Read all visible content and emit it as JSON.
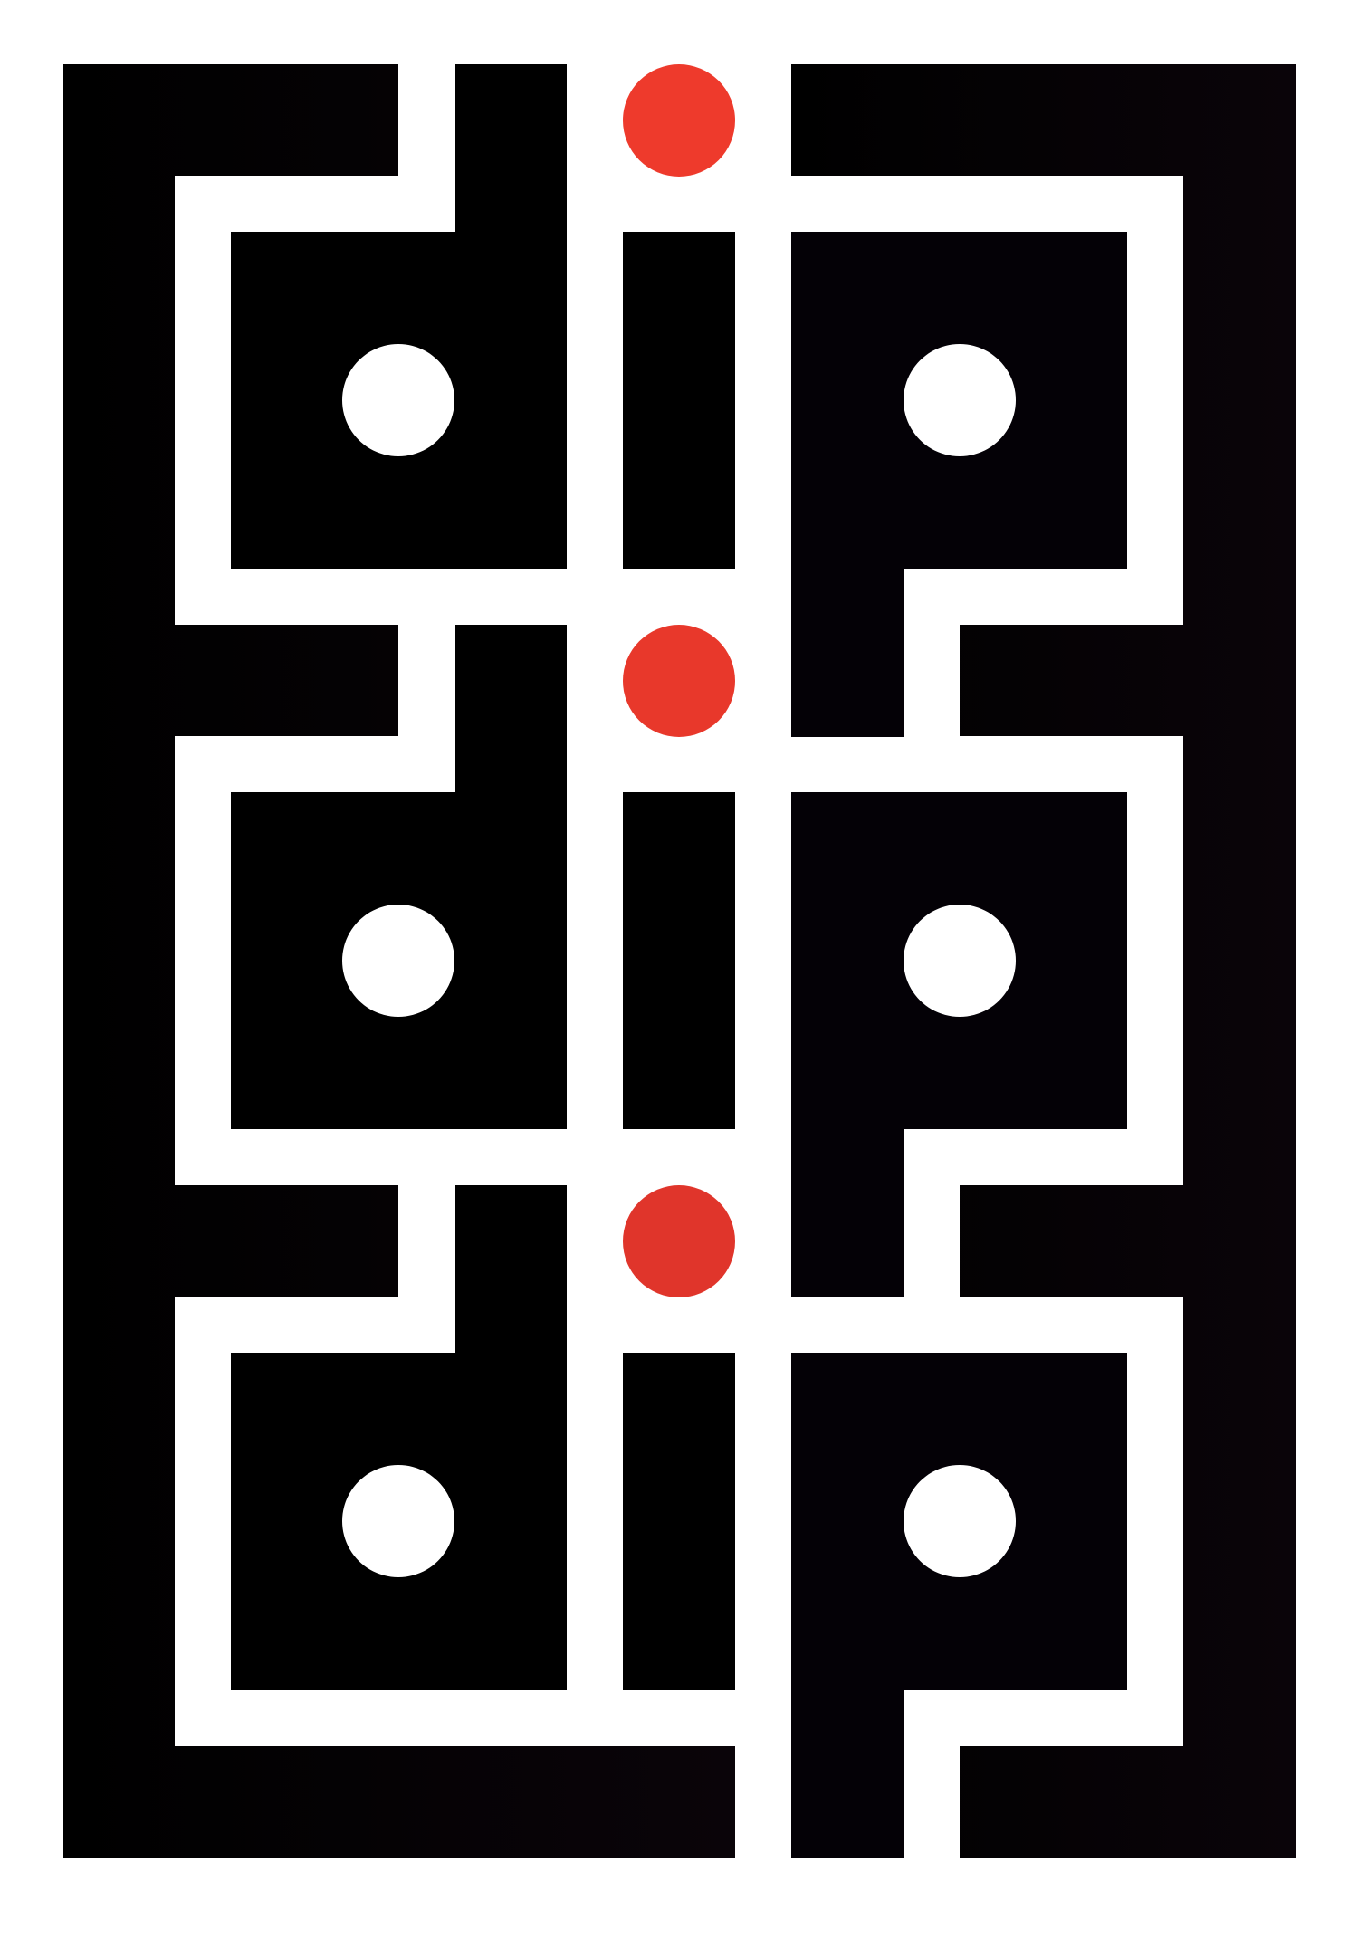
{
  "logo": {
    "wordmark": "dip dip dip",
    "rows": [
      {
        "word": "dip"
      },
      {
        "word": "dip"
      },
      {
        "word": "dip"
      }
    ],
    "colors": {
      "background": "#ffffff",
      "ink": "#000000",
      "ink_right": "#0a0409",
      "dot_gradient_start": "#ee3a2c",
      "dot_gradient_end": "#e0352b"
    }
  }
}
